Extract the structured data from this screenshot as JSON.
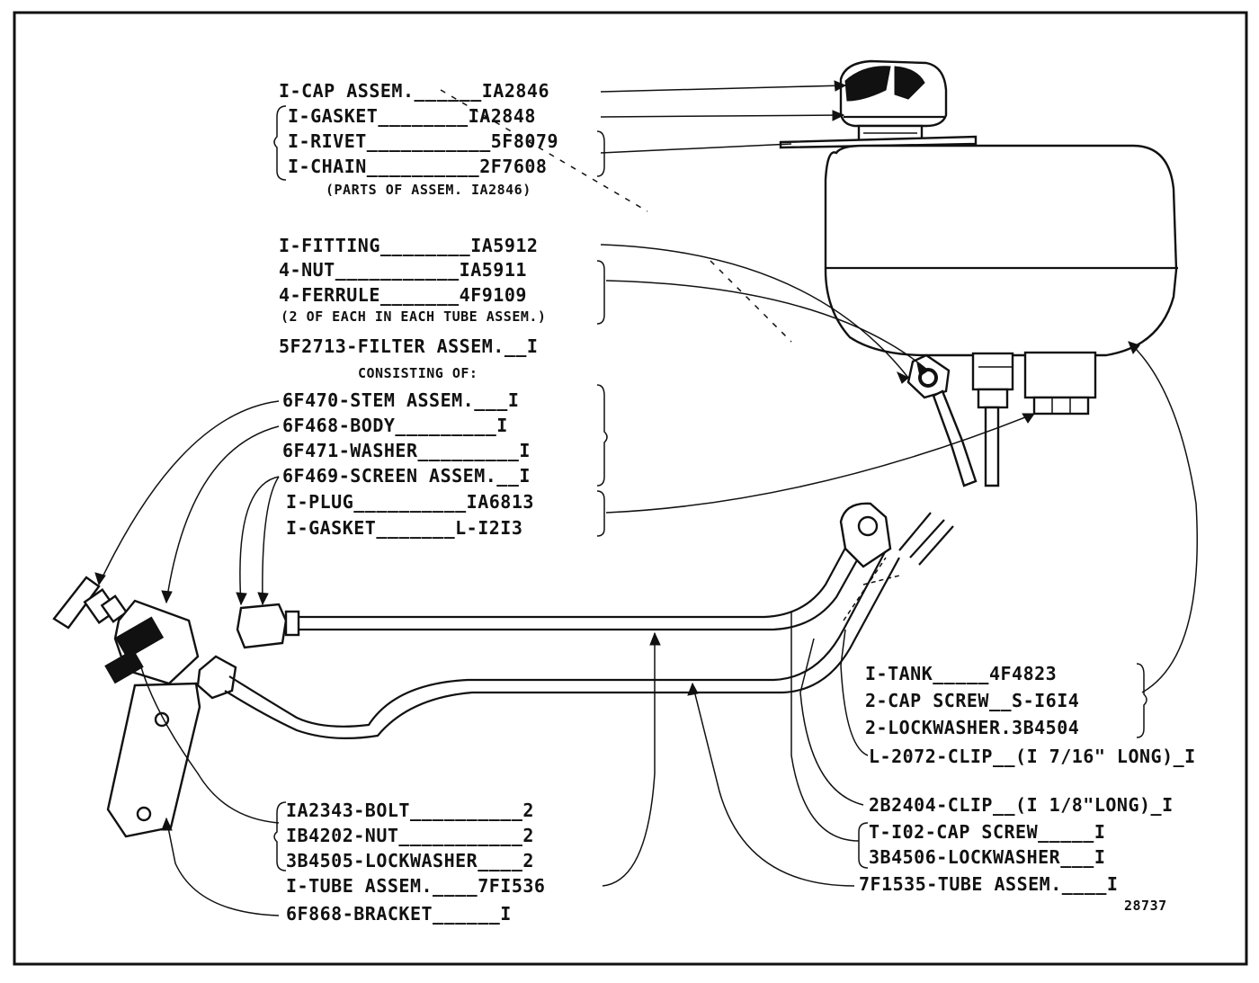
{
  "labels": {
    "cap_assem": "I-CAP ASSEM.______IA2846",
    "gasket1": "I-GASKET________IA2848",
    "rivet": "I-RIVET___________5F8079",
    "chain": "I-CHAIN__________2F7608",
    "parts_of": "(PARTS OF ASSEM. IA2846)",
    "fitting": "I-FITTING________IA5912",
    "nut4": "4-NUT___________IA5911",
    "ferrule": "4-FERRULE_______4F9109",
    "two_each": "(2 OF EACH IN EACH TUBE ASSEM.)",
    "filter": "5F2713-FILTER ASSEM.__I",
    "consisting": "CONSISTING OF:",
    "stem": "6F470-STEM ASSEM.___I",
    "body": "6F468-BODY_________I",
    "washer": "6F471-WASHER_________I",
    "screen": "6F469-SCREEN ASSEM.__I",
    "plug": "I-PLUG__________IA6813",
    "gasket2": "I-GASKET_______L-I2I3",
    "tank": "I-TANK_____4F4823",
    "cap_screw": "2-CAP SCREW__S-I6I4",
    "lockwasher2": "2-LOCKWASHER.3B4504",
    "clip1": "L-2072-CLIP__(I 7/16\" LONG)_I",
    "clip2": "2B2404-CLIP__(I 1/8\"LONG)_I",
    "t_cap_screw": "T-I02-CAP SCREW_____I",
    "lockwasher3": "3B4506-LOCKWASHER___I",
    "tube_7f1535": "7F1535-TUBE ASSEM.____I",
    "bolt": "IA2343-BOLT__________2",
    "nut_1b": "IB4202-NUT___________2",
    "lockwasher_3b4505": "3B4505-LOCKWASHER____2",
    "tube_7f1536": "I-TUBE ASSEM.____7FI536",
    "bracket": "6F868-BRACKET______I",
    "fig_number": "28737"
  }
}
